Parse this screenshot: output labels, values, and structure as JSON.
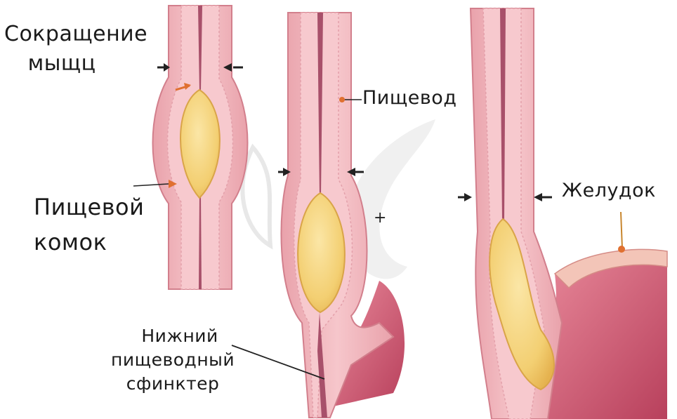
{
  "labels": {
    "muscle_contraction": [
      "Сокращение",
      "мыщц"
    ],
    "esophagus": "Пищевод",
    "food_bolus": [
      "Пищевой",
      "комок"
    ],
    "stomach": "Желудок",
    "lower_sphincter": [
      "Нижний",
      "пищеводный",
      "сфинктер"
    ],
    "plus": "+"
  },
  "colors": {
    "wall": "#f2b7bd",
    "wall_dark": "#d98a95",
    "lumen": "#a8506a",
    "bolus": "#f5d27a",
    "bolus_edge": "#e6b45a",
    "stomach": "#c2506a",
    "arrow": "#222222",
    "pointer": "#e07030",
    "watermark": "#d0d0d0"
  },
  "icons": [
    "arrow-right-icon",
    "arrow-left-icon",
    "leaf-watermark-icon"
  ]
}
